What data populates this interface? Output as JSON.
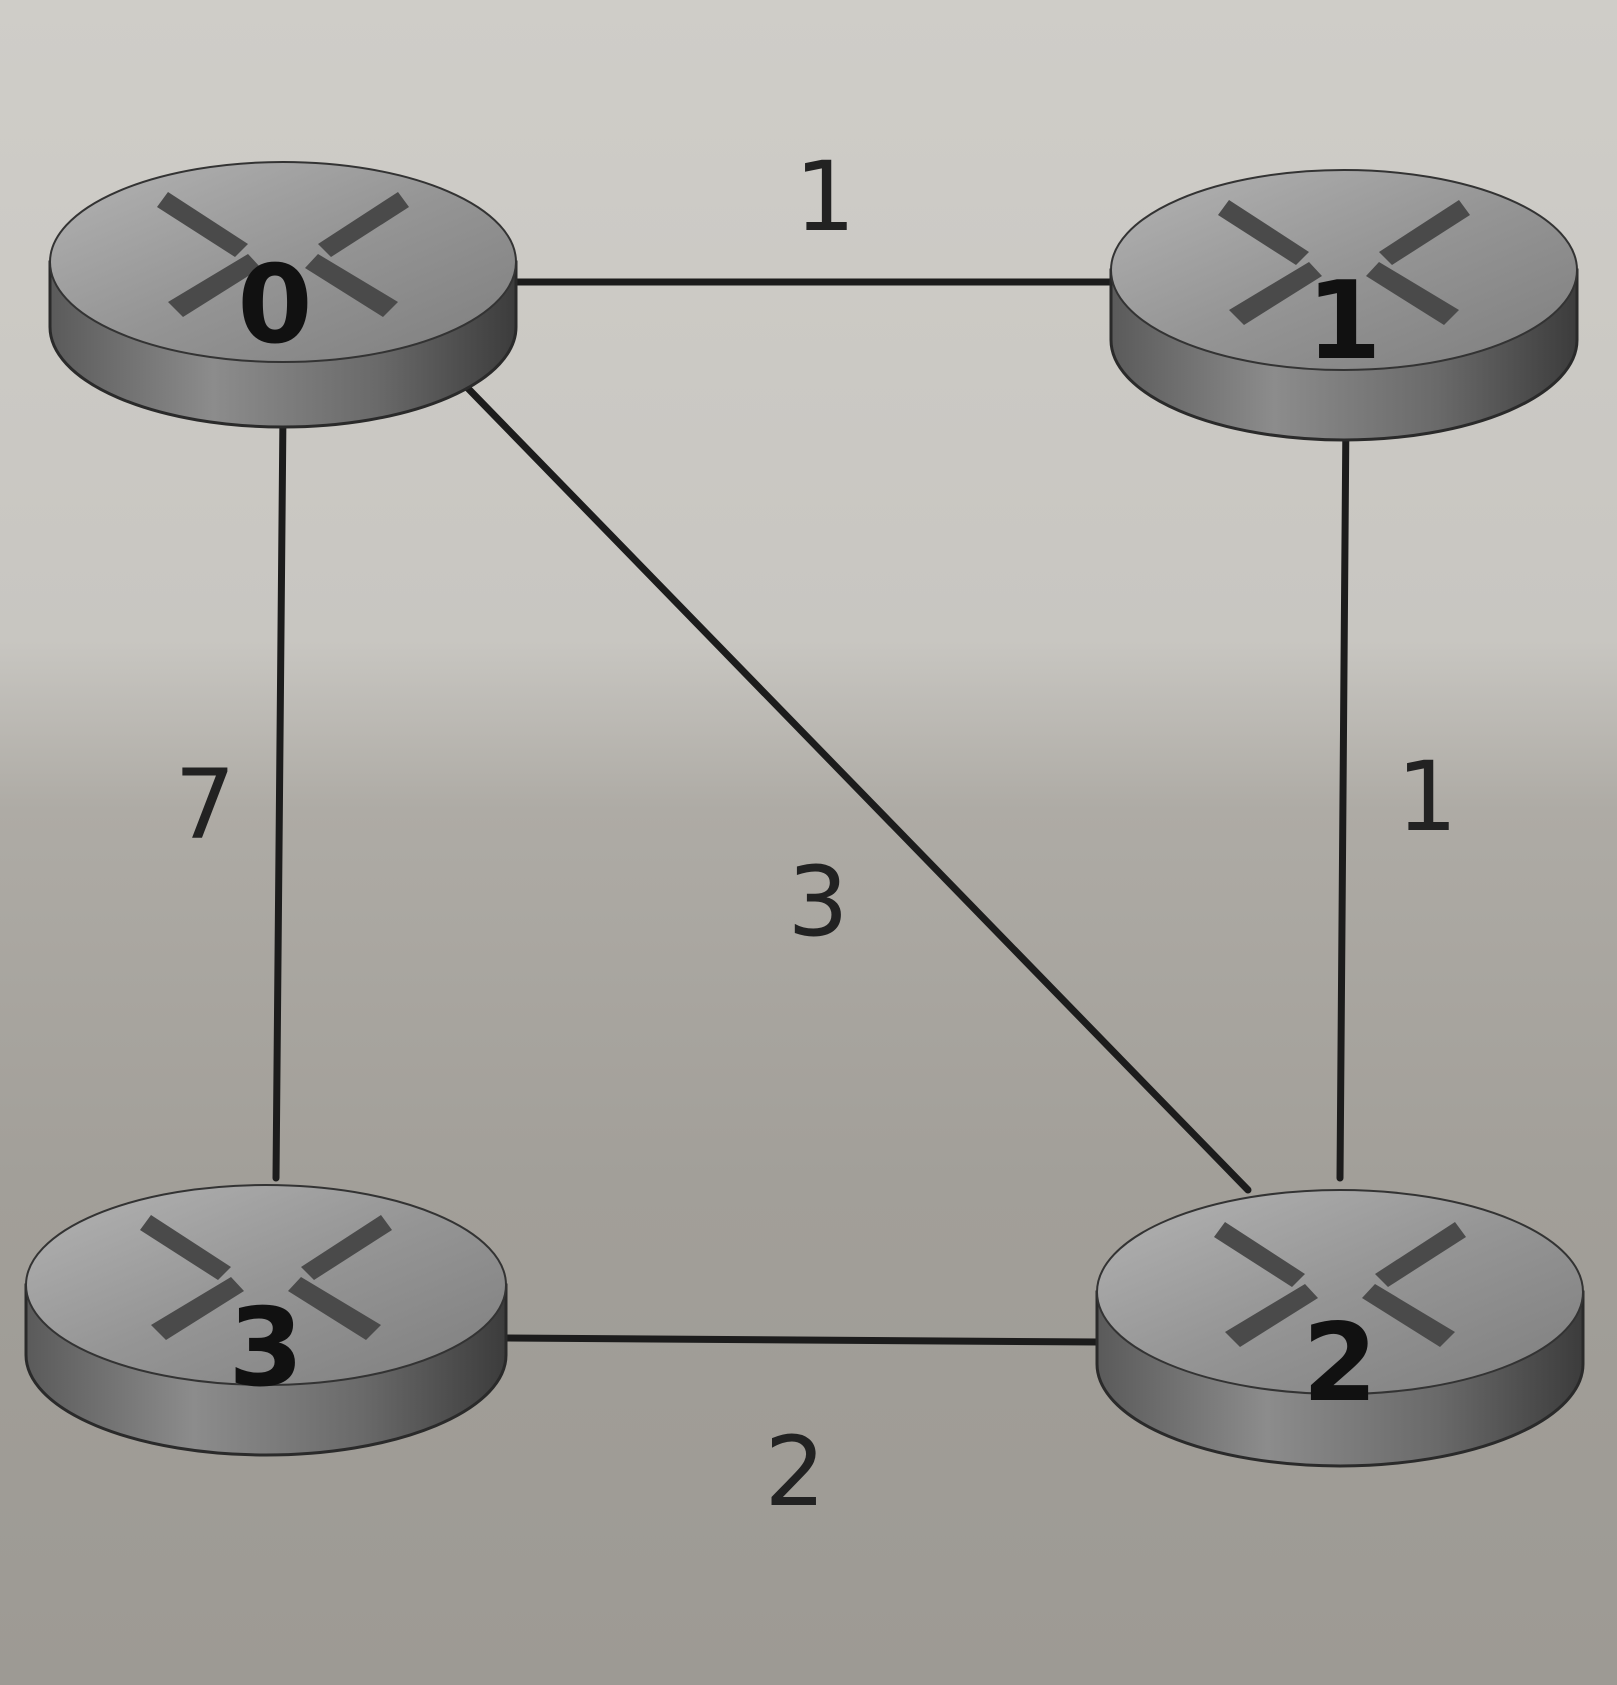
{
  "diagram": {
    "type": "network-graph",
    "nodes": [
      {
        "id": "0",
        "label": "0"
      },
      {
        "id": "1",
        "label": "1"
      },
      {
        "id": "2",
        "label": "2"
      },
      {
        "id": "3",
        "label": "3"
      }
    ],
    "edges": [
      {
        "from": "0",
        "to": "1",
        "label": "1"
      },
      {
        "from": "1",
        "to": "2",
        "label": "1"
      },
      {
        "from": "0",
        "to": "2",
        "label": "3"
      },
      {
        "from": "0",
        "to": "3",
        "label": "7"
      },
      {
        "from": "3",
        "to": "2",
        "label": "2"
      }
    ]
  },
  "icons": {
    "router": "router-icon"
  },
  "colors": {
    "line": "#1c1c1c",
    "router": "#8a8a8a"
  }
}
